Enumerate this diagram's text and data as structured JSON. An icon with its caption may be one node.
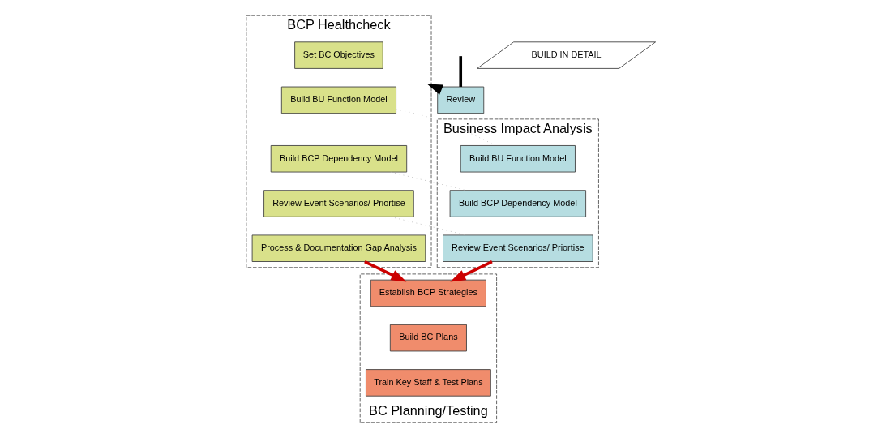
{
  "diagram": {
    "nodes": [
      {
        "text": [
          "BCP Healthcheck"
        ]
      },
      {
        "text": [
          "Set BC Objectives"
        ],
        "in": 0
      },
      {
        "text": [
          "Build BU Function Model"
        ],
        "in": 0
      },
      {
        "text": [
          "Build BCP Dependency Model"
        ],
        "in": 0
      },
      {
        "text": [
          "Review Event Scenarios/ Priortise"
        ],
        "in": 0
      },
      {
        "text": [
          "Process & Documentation Gap Analysis"
        ],
        "in": 0
      },
      {
        "text": [
          "Business Impact Analysis"
        ]
      },
      {
        "text": [
          "Build BU Function Model"
        ],
        "in": 6
      },
      {
        "text": [
          "Build BCP Dependency Model"
        ],
        "in": 6
      },
      {
        "text": [
          "Review Event Scenarios/ Priortise"
        ],
        "in": 6
      },
      {
        "text": [
          "BC Planning/Testing"
        ]
      },
      {
        "text": [
          "Establish BCP Strategies"
        ],
        "in": 10
      },
      {
        "text": [
          "Build BC Plans"
        ],
        "in": 10
      },
      {
        "text": [
          "Train Key Staff & Test Plans"
        ],
        "in": 10
      },
      {
        "text": [
          "Review"
        ]
      },
      {
        "text": [
          "BUILD IN DETAIL"
        ]
      }
    ],
    "edges": [
      {
        "from": 2,
        "to": 7,
        "arrow": "none",
        "style": "dashed",
        "color": "#bbbbbb"
      },
      {
        "from": 3,
        "to": 8,
        "arrow": "none",
        "style": "dashed",
        "color": "#bbbbbb"
      },
      {
        "from": 4,
        "to": 9,
        "arrow": "none",
        "style": "dashed",
        "color": "#bbbbbb"
      },
      {
        "from": 5,
        "to": 11,
        "arrow": "to",
        "style": "thick",
        "color": "#cc0000"
      },
      {
        "from": 9,
        "to": 11,
        "arrow": "to",
        "style": "thick",
        "color": "#cc0000"
      },
      {
        "from": null,
        "to": 14,
        "arrow": "none",
        "style": "thick",
        "color": "#000000"
      },
      {
        "from": 14,
        "to": 0,
        "arrow": "to",
        "style": "thick",
        "color": "#000000"
      }
    ]
  }
}
